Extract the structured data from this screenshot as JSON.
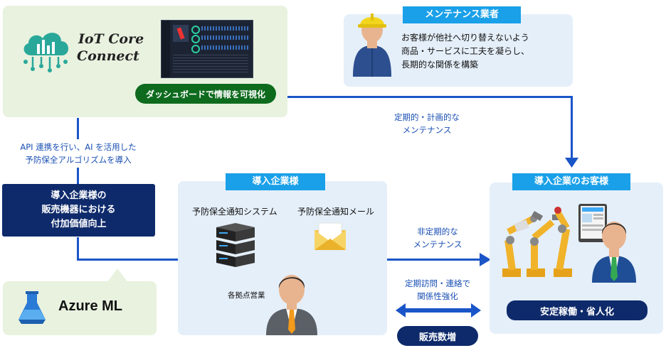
{
  "iot": {
    "logo_line1": "IoT Core",
    "logo_line2": "Connect",
    "dashboard_label": "ダッシュボードで情報を可視化"
  },
  "maintenance_vendor": {
    "title": "メンテナンス業者",
    "desc_lines": [
      "お客様が他社へ切り替えないよう",
      "商品・サービスに工夫を凝らし、",
      "長期的な関係を構築"
    ]
  },
  "flow": {
    "regular_maintenance": [
      "定期的・計画的な",
      "メンテナンス"
    ],
    "api_note": [
      "API 連携を行い、AI を活用した",
      "予防保全アルゴリズムを導入"
    ],
    "irregular_maintenance": [
      "非定期的な",
      "メンテナンス"
    ],
    "visit_note": [
      "定期訪問・連絡で",
      "関係性強化"
    ]
  },
  "value_add": {
    "lines": [
      "導入企業様の",
      "販売機器における",
      "付加価値向上"
    ]
  },
  "azure": {
    "label": "Azure ML"
  },
  "company": {
    "title": "導入企業様",
    "system_label": "予防保全通知システム",
    "mail_label": "予防保全通知メール",
    "sales_label": "各拠点営業"
  },
  "customer": {
    "title": "導入企業のお客様",
    "result_label": "安定稼働・省人化"
  },
  "sales_increase": {
    "label": "販売数増"
  },
  "colors": {
    "accent_blue": "#1aa0e8",
    "navy": "#0e2a6b",
    "line_blue": "#1a55c8",
    "green_dark": "#0e6b1e",
    "panel_green": "#e8f2df",
    "panel_blue": "#e5eff9"
  }
}
